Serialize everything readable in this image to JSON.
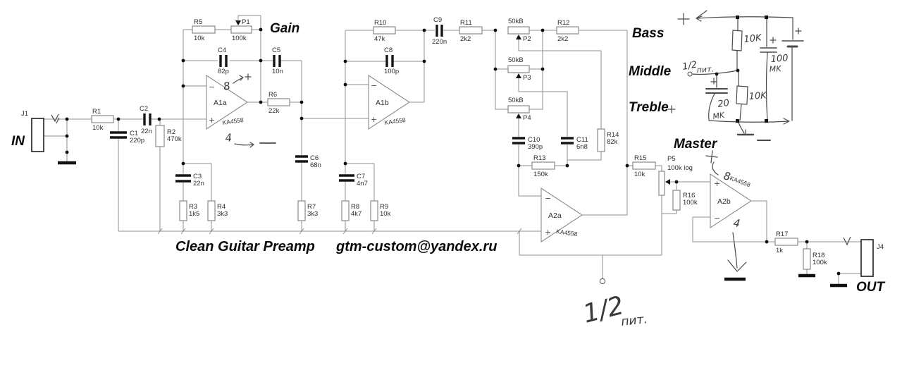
{
  "headings": {
    "title": "Clean Guitar Preamp",
    "email": "gtm-custom@yandex.ru",
    "gain": "Gain",
    "bass": "Bass",
    "middle": "Middle",
    "treble": "Treble",
    "master": "Master"
  },
  "io": {
    "in_ref": "J1",
    "in_label": "IN",
    "out_ref": "J4",
    "out_label": "OUT"
  },
  "resistors": {
    "R1": {
      "ref": "R1",
      "val": "10k"
    },
    "R2": {
      "ref": "R2",
      "val": "470k"
    },
    "R3": {
      "ref": "R3",
      "val": "1k5"
    },
    "R4": {
      "ref": "R4",
      "val": "3k3"
    },
    "R5": {
      "ref": "R5",
      "val": "10k"
    },
    "R6": {
      "ref": "R6",
      "val": "22k"
    },
    "R7": {
      "ref": "R7",
      "val": "3k3"
    },
    "R8": {
      "ref": "R8",
      "val": "4k7"
    },
    "R9": {
      "ref": "R9",
      "val": "10k"
    },
    "R10": {
      "ref": "R10",
      "val": "47k"
    },
    "R11": {
      "ref": "R11",
      "val": "2k2"
    },
    "R12": {
      "ref": "R12",
      "val": "2k2"
    },
    "R13": {
      "ref": "R13",
      "val": "150k"
    },
    "R14": {
      "ref": "R14",
      "val": "82k"
    },
    "R15": {
      "ref": "R15",
      "val": "10k"
    },
    "R16": {
      "ref": "R16",
      "val": "100k"
    },
    "R17": {
      "ref": "R17",
      "val": "1k"
    },
    "R18": {
      "ref": "R18",
      "val": "100k"
    }
  },
  "capacitors": {
    "C1": {
      "ref": "C1",
      "val": "220p"
    },
    "C2": {
      "ref": "C2",
      "val": "22n"
    },
    "C3": {
      "ref": "C3",
      "val": "22n"
    },
    "C4": {
      "ref": "C4",
      "val": "82p"
    },
    "C5": {
      "ref": "C5",
      "val": "10n"
    },
    "C6": {
      "ref": "C6",
      "val": "68n"
    },
    "C7": {
      "ref": "C7",
      "val": "4n7"
    },
    "C8": {
      "ref": "C8",
      "val": "100p"
    },
    "C9": {
      "ref": "C9",
      "val": "220n"
    },
    "C10": {
      "ref": "C10",
      "val": "390p"
    },
    "C11": {
      "ref": "C11",
      "val": "6n8"
    }
  },
  "pots": {
    "P1": {
      "ref": "P1",
      "val": "100k"
    },
    "P2": {
      "ref": "P2",
      "val": "50kB"
    },
    "P3": {
      "ref": "P3",
      "val": "50kB"
    },
    "P4": {
      "ref": "P4",
      "val": "50kB"
    },
    "P5": {
      "ref": "P5",
      "val": "100k log"
    }
  },
  "opamps": {
    "A1a": {
      "name": "A1a",
      "part": "KA4558"
    },
    "A1b": {
      "name": "A1b",
      "part": "KA4558"
    },
    "A2a": {
      "name": "A2a",
      "part": "KA4558"
    },
    "A2b": {
      "name": "A2b",
      "part": "KA4558"
    }
  },
  "signs": {
    "plus": "+",
    "minus": "−"
  },
  "handwritten": {
    "pin8": "8",
    "pin4": "4",
    "half_num": "1/2",
    "half_word": "пит.",
    "res_top": "10K",
    "res_bottom": "10K",
    "cap_big_val": "100",
    "cap_big_unit": "MK",
    "cap_small_val": "20",
    "cap_small_unit": "MK"
  }
}
